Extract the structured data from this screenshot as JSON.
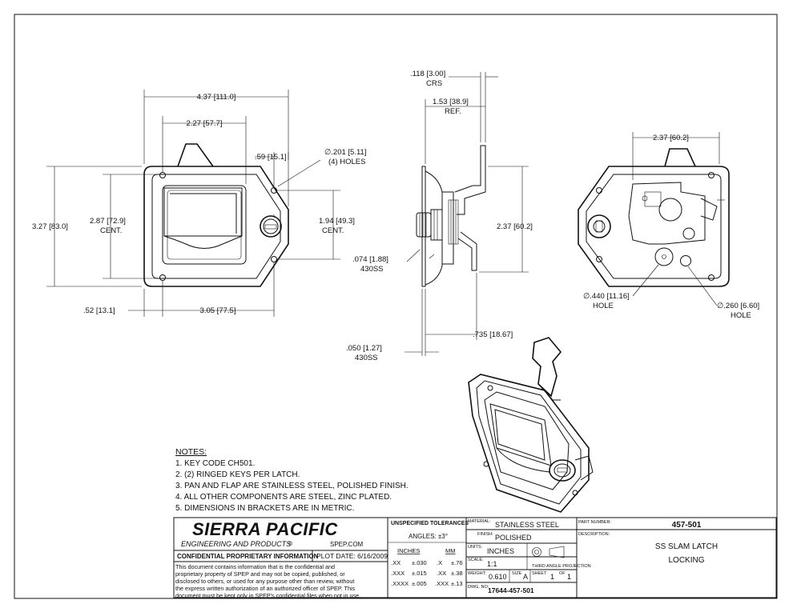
{
  "views": {
    "front": {
      "overall_width": [
        "4.37",
        "111.0"
      ],
      "inner_width": [
        "2.27",
        "57.7"
      ],
      "hole_offset": [
        ".59",
        "15.1"
      ],
      "hole_dia": [
        "∅.201",
        "5.11"
      ],
      "hole_note": "(4) HOLES",
      "overall_height": [
        "3.27",
        "83.0"
      ],
      "inner_height": [
        "2.87",
        "72.9"
      ],
      "inner_height_note": "CENT.",
      "lock_height": [
        "1.94",
        "49.3"
      ],
      "lock_height_note": "CENT.",
      "left_offset": [
        ".52",
        "13.1"
      ],
      "bottom_width": [
        "3.05",
        "77.5"
      ]
    },
    "side": {
      "crs": [
        ".118",
        "3.00"
      ],
      "crs_note": "CRS",
      "ref_width": [
        "1.53",
        "38.9"
      ],
      "ref_note": "REF.",
      "height": [
        "2.37",
        "60.2"
      ],
      "thick_074": [
        ".074",
        "1.88"
      ],
      "thick_074_note": "430SS",
      "depth": [
        ".735",
        "18.67"
      ],
      "thick_050": [
        ".050",
        "1.27"
      ],
      "thick_050_note": "430SS"
    },
    "rear": {
      "width": [
        "2.37",
        "60.2"
      ],
      "hole_440": [
        "∅.440",
        "11.16"
      ],
      "hole_440_note": "HOLE",
      "hole_260": [
        "∅.260",
        "6.60"
      ],
      "hole_260_note": "HOLE"
    }
  },
  "notes": {
    "heading": "NOTES:",
    "items": [
      "1.  KEY CODE CH501.",
      "2.  (2) RINGED KEYS PER LATCH.",
      "3.  PAN AND FLAP ARE STAINLESS STEEL, POLISHED FINISH.",
      "4.  ALL OTHER COMPONENTS ARE STEEL, ZINC PLATED.",
      "5.  DIMENSIONS IN BRACKETS ARE IN METRIC."
    ]
  },
  "title_block": {
    "company": "SIERRA PACIFIC",
    "subtitle": "ENGINEERING AND PRODUCTS",
    "registered": "®",
    "website": "SPEP.COM",
    "confidential_label": "CONFIDENTIAL PROPRIETARY INFORMATION",
    "plot_date": "PLOT DATE: 6/16/2009",
    "confidential_text": [
      "This document contains information that is the confidential and",
      "proprietary property of SPEP and may not be copied, published, or",
      "disclosed to others, or used for any purpose  other than review, without",
      "the express written authorization of an authorized officer of SPEP. This",
      "document must be kept only in SPEP's confidential files when not in use."
    ],
    "tolerances": {
      "title": "UNSPECIFIED TOLERANCES",
      "angles": "ANGLES: ±3°",
      "inches_label": "INCHES",
      "mm_label": "MM",
      "rows": [
        [
          ".XX",
          "±.030",
          ".X",
          "±.76"
        ],
        [
          ".XXX",
          "±.015",
          ".XX",
          "±.38"
        ],
        [
          ".XXXX",
          "±.005",
          ".XXX",
          "±.13"
        ]
      ]
    },
    "material_label": "MATERIAL:",
    "material": "STAINLESS STEEL",
    "finish_label": "FINISH:",
    "finish": "POLISHED",
    "units_label": "UNITS:",
    "units": "INCHES",
    "scale_label": "SCALE:",
    "scale": "1:1",
    "projection": "THIRD ANGLE PROJECTION",
    "weight_label": "WEIGHT:",
    "weight": "0.610",
    "size_label": "SIZE",
    "size": "A",
    "sheet_label": "SHEET",
    "sheet": "1",
    "of_label": "OF",
    "of": "1",
    "dwg_label": "DWG. NO:",
    "dwg_no": "17644-457-501",
    "part_label": "PART NUMBER:",
    "part_number": "457-501",
    "desc_label": "DESCRIPTION:",
    "description_1": "SS SLAM LATCH",
    "description_2": "LOCKING"
  }
}
